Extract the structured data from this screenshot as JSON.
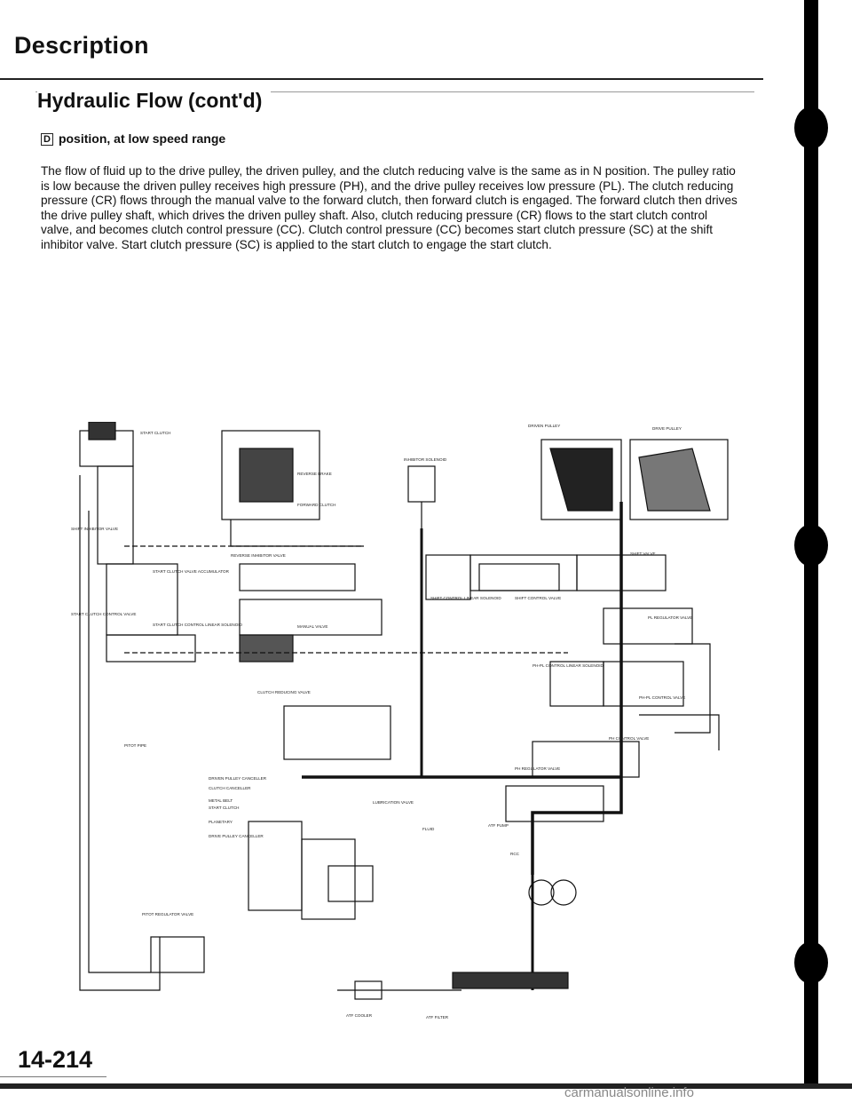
{
  "header": {
    "title": "Description",
    "subtitle": "Hydraulic Flow (cont'd)"
  },
  "section": {
    "box_letter": "D",
    "heading": "position, at low speed range"
  },
  "body_text": "The flow of fluid up to the drive pulley, the driven pulley, and the clutch reducing valve is the same as in N position. The pulley ratio is low because the driven pulley receives high pressure (PH), and the drive pulley receives low pressure (PL). The clutch reducing pressure (CR) flows through the manual valve to the forward clutch, then forward clutch is engaged. The forward clutch then drives the drive pulley shaft, which drives the driven pulley shaft. Also, clutch reducing pressure (CR) flows to the start clutch control valve, and becomes clutch control pressure (CC). Clutch control pressure (CC) becomes start clutch pressure (SC) at the shift inhibitor valve. Start clutch pressure (SC) is applied to the start clutch to engage the start clutch.",
  "diagram_labels": {
    "start_clutch": "START CLUTCH",
    "reverse_brake": "REVERSE BRAKE",
    "forward_clutch": "FORWARD CLUTCH",
    "inhibitor_solenoid": "INHIBITOR SOLENOID",
    "driven_pulley": "DRIVEN PULLEY",
    "drive_pulley": "DRIVE PULLEY",
    "shift_inhibitor_valve": "SHIFT INHIBITOR VALVE",
    "start_clutch_valve_accumulator": "START CLUTCH VALVE ACCUMULATOR",
    "reverse_inhibitor_valve": "REVERSE INHIBITOR VALVE",
    "shift_valve": "SHIFT VALVE",
    "start_clutch_control_valve": "START CLUTCH CONTROL VALVE",
    "start_clutch_control_linear_solenoid": "START CLUTCH CONTROL LINEAR SOLENOID",
    "manual_valve": "MANUAL VALVE",
    "shift_control_linear_solenoid": "SHIFT CONTROL LINEAR SOLENOID",
    "shift_control_valve": "SHIFT CONTROL VALVE",
    "ph_regulator_valve": "PL REGULATOR VALVE",
    "ph_pl_control_linear_solenoid": "PH-PL CONTROL LINEAR SOLENOID",
    "clutch_reducing_valve": "CLUTCH REDUCING VALVE",
    "ph_pl_control_valve": "PH-PL CONTROL VALVE",
    "pitot_pipe": "PITOT PIPE",
    "ph_control_valve": "PH CONTROL VALVE",
    "ph_regulator_valve_2": "PH REGULATOR VALVE",
    "driven_pulley_canceller": "DRIVEN PULLEY CANCELLER",
    "clutch_canceller": "CLUTCH CANCELLER",
    "metal_belt": "METAL BELT",
    "start_clutch_2": "START CLUTCH",
    "lubrication_valve": "LUBRICATION VALVE",
    "planetary": "PLANETARY",
    "atf_pump": "ATF PUMP",
    "drive_pulley_canceller": "DRIVE PULLEY CANCELLER",
    "fluid": "FLUID",
    "pitot_regulator_valve": "PITOT REGULATOR VALVE",
    "atf_cooler": "ATF COOLER",
    "atf_filter": "ATF FILTER",
    "rcc": "RCC"
  },
  "page_number": "14-214",
  "watermark": "carmanualsonline.info"
}
